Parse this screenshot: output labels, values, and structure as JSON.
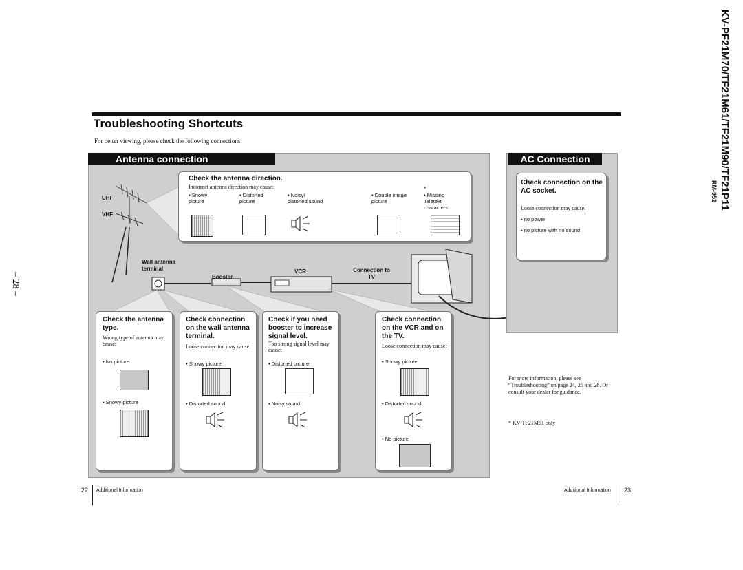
{
  "page": {
    "title": "Troubleshooting Shortcuts",
    "intro": "For better viewing, please check the following connections.",
    "side_page_number": "– 28 –",
    "side_model": "KV-PF21M70/TF21M61/TF21M90/TF21P11",
    "side_code": "RM-952"
  },
  "antenna": {
    "header": "Antenna connection",
    "top_card": {
      "title": "Check the antenna direction.",
      "subtitle": "Incorrect antenna direction may cause:",
      "asterisk": "*",
      "items": [
        "Snowy picture",
        "Distorted picture",
        "Noisy/ distorted sound",
        "Double image picture",
        "Missing Teletext characters"
      ]
    },
    "labels": {
      "uhf": "UHF",
      "vhf": "VHF",
      "wall": "Wall antenna terminal",
      "booster": "Booster",
      "vcr": "VCR",
      "connection": "Connection to TV"
    },
    "cards": [
      {
        "title": "Check the antenna type.",
        "cause": "Wrong type of antenna may cause:",
        "b1": "No picture",
        "b2": "Snowy picture"
      },
      {
        "title": "Check connection on the wall antenna terminal.",
        "cause": "Loose connection may cause:",
        "b1": "Snowy picture",
        "b2": "Distorted sound"
      },
      {
        "title": "Check if you need booster to increase signal level.",
        "cause": "Too strong signal level may cause:",
        "b1": "Distorted picture",
        "b2": "Noisy sound"
      },
      {
        "title": "Check connection on the VCR and on the TV.",
        "cause": "Loose connection may cause:",
        "b1": "Snowy picture",
        "b2": "Distorted sound",
        "b3": "No picture"
      }
    ]
  },
  "ac": {
    "header": "AC Connection",
    "title": "Check connection on the AC socket.",
    "cause": "Loose connection may cause:",
    "b1": "no power",
    "b2": "no picture with no sound"
  },
  "notes": {
    "more_info": "For more information, please see “Troubleshooting” on page 24, 25 and 26. Or consult your dealer for guidance.",
    "footnote": "* KV-TF21M61 only"
  },
  "footer": {
    "left_num": "22",
    "left_text": "Additional Information",
    "right_text": "Additional Information",
    "right_num": "23"
  }
}
